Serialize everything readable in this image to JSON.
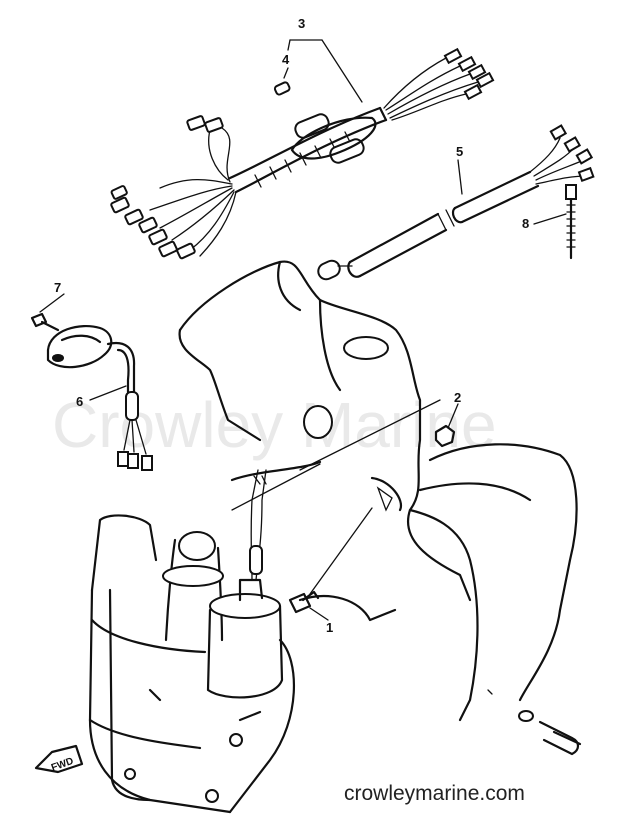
{
  "watermark": "Crowley Marine",
  "site_url": "crowleymarine.com",
  "fwd_label": "FWD",
  "callouts": [
    {
      "id": "1",
      "label": "1"
    },
    {
      "id": "2",
      "label": "2"
    },
    {
      "id": "3",
      "label": "3"
    },
    {
      "id": "4",
      "label": "4"
    },
    {
      "id": "5",
      "label": "5"
    },
    {
      "id": "6",
      "label": "6"
    },
    {
      "id": "7",
      "label": "7"
    },
    {
      "id": "8",
      "label": "8"
    }
  ]
}
